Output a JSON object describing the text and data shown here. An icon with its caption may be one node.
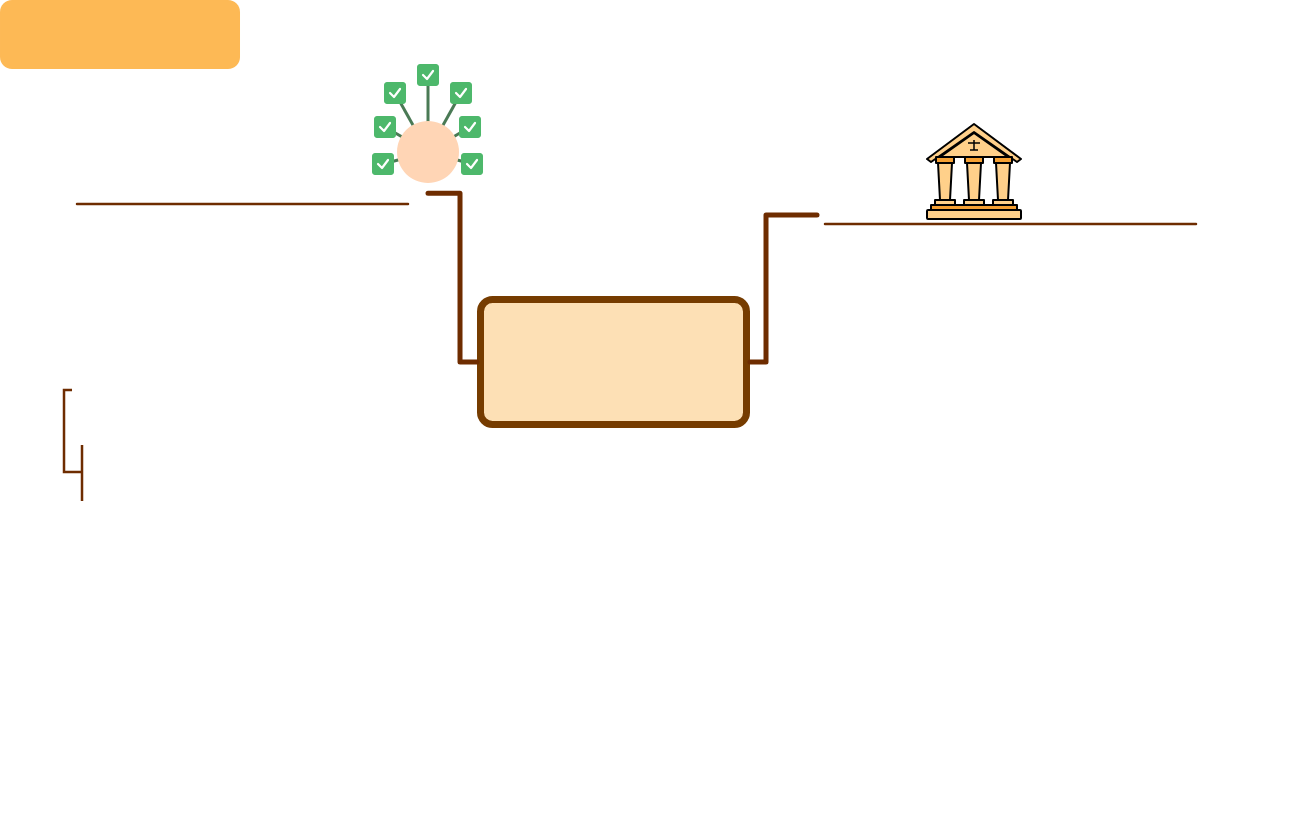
{
  "diagram": {
    "nodes": [
      {
        "text": [],
        "shape": "box"
      },
      {
        "text": [],
        "shape": "picture"
      },
      {
        "text": [],
        "shape": "box"
      }
    ],
    "edges": [
      {
        "from": 2,
        "to": 1,
        "arrow": "none"
      },
      {
        "from": 2,
        "to": null,
        "arrow": "none"
      }
    ]
  }
}
